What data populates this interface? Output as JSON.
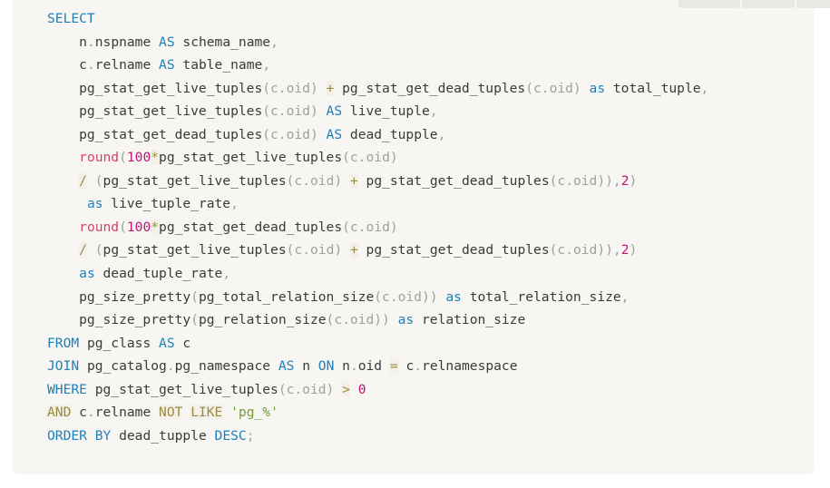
{
  "page": {
    "background_color": "#ffffff",
    "code_block_background": "#f7f6f3",
    "language": "sql"
  },
  "toolbar": {
    "chips": [
      "chip-1",
      "chip-2",
      "chip-3"
    ]
  },
  "colors": {
    "keyword": "#1f7fb6",
    "operator_keyword": "#9a8c3c",
    "operator": "#9a8c3c",
    "function": "#d1426f",
    "number": "#c2127a",
    "string": "#6f9c34",
    "punctuation": "#a0a09c",
    "identifier": "#3a3a38",
    "code_background": "#f7f6f3"
  },
  "code": {
    "raw": "SELECT\n    n.nspname AS schema_name,\n    c.relname AS table_name,\n    pg_stat_get_live_tuples(c.oid) + pg_stat_get_dead_tuples(c.oid) as total_tuple,\n    pg_stat_get_live_tuples(c.oid) AS live_tuple,\n    pg_stat_get_dead_tuples(c.oid) AS dead_tupple,\n    round(100*pg_stat_get_live_tuples(c.oid)\n    / (pg_stat_get_live_tuples(c.oid) + pg_stat_get_dead_tuples(c.oid)),2)\n     as live_tuple_rate,\n    round(100*pg_stat_get_dead_tuples(c.oid)\n    / (pg_stat_get_live_tuples(c.oid) + pg_stat_get_dead_tuples(c.oid)),2)\n    as dead_tuple_rate,\n    pg_size_pretty(pg_total_relation_size(c.oid)) as total_relation_size,\n    pg_size_pretty(pg_relation_size(c.oid)) as relation_size\nFROM pg_class AS c\nJOIN pg_catalog.pg_namespace AS n ON n.oid = c.relnamespace\nWHERE pg_stat_get_live_tuples(c.oid) > 0\nAND c.relname NOT LIKE 'pg_%'\nORDER BY dead_tupple DESC;",
    "lines": [
      {
        "n": 1,
        "text": "SELECT",
        "tokens": [
          {
            "t": "SELECT",
            "c": "kw"
          }
        ]
      },
      {
        "n": 2,
        "text": "    n.nspname AS schema_name,",
        "tokens": [
          {
            "t": "    ",
            "c": "id"
          },
          {
            "t": "n",
            "c": "id"
          },
          {
            "t": ".",
            "c": "punc"
          },
          {
            "t": "nspname ",
            "c": "id"
          },
          {
            "t": "AS",
            "c": "kw"
          },
          {
            "t": " schema_name",
            "c": "id"
          },
          {
            "t": ",",
            "c": "punc"
          }
        ]
      },
      {
        "n": 3,
        "text": "    c.relname AS table_name,",
        "tokens": [
          {
            "t": "    ",
            "c": "id"
          },
          {
            "t": "c",
            "c": "id"
          },
          {
            "t": ".",
            "c": "punc"
          },
          {
            "t": "relname ",
            "c": "id"
          },
          {
            "t": "AS",
            "c": "kw"
          },
          {
            "t": " table_name",
            "c": "id"
          },
          {
            "t": ",",
            "c": "punc"
          }
        ]
      },
      {
        "n": 4,
        "text": "    pg_stat_get_live_tuples(c.oid) + pg_stat_get_dead_tuples(c.oid) as total_tuple,",
        "tokens": [
          {
            "t": "    pg_stat_get_live_tuples",
            "c": "id"
          },
          {
            "t": "(c.oid)",
            "c": "punc"
          },
          {
            "t": " ",
            "c": "id"
          },
          {
            "t": "+",
            "c": "op"
          },
          {
            "t": " pg_stat_get_dead_tuples",
            "c": "id"
          },
          {
            "t": "(c.oid)",
            "c": "punc"
          },
          {
            "t": " ",
            "c": "id"
          },
          {
            "t": "as",
            "c": "kw"
          },
          {
            "t": " total_tuple",
            "c": "id"
          },
          {
            "t": ",",
            "c": "punc"
          }
        ]
      },
      {
        "n": 5,
        "text": "    pg_stat_get_live_tuples(c.oid) AS live_tuple,",
        "tokens": [
          {
            "t": "    pg_stat_get_live_tuples",
            "c": "id"
          },
          {
            "t": "(c.oid)",
            "c": "punc"
          },
          {
            "t": " ",
            "c": "id"
          },
          {
            "t": "AS",
            "c": "kw"
          },
          {
            "t": " live_tuple",
            "c": "id"
          },
          {
            "t": ",",
            "c": "punc"
          }
        ]
      },
      {
        "n": 6,
        "text": "    pg_stat_get_dead_tuples(c.oid) AS dead_tupple,",
        "tokens": [
          {
            "t": "    pg_stat_get_dead_tuples",
            "c": "id"
          },
          {
            "t": "(c.oid)",
            "c": "punc"
          },
          {
            "t": " ",
            "c": "id"
          },
          {
            "t": "AS",
            "c": "kw"
          },
          {
            "t": " dead_tupple",
            "c": "id"
          },
          {
            "t": ",",
            "c": "punc"
          }
        ]
      },
      {
        "n": 7,
        "text": "    round(100*pg_stat_get_live_tuples(c.oid)",
        "tokens": [
          {
            "t": "    ",
            "c": "id"
          },
          {
            "t": "round",
            "c": "fn"
          },
          {
            "t": "(",
            "c": "punc"
          },
          {
            "t": "100",
            "c": "num"
          },
          {
            "t": "*",
            "c": "op"
          },
          {
            "t": "pg_stat_get_live_tuples",
            "c": "id"
          },
          {
            "t": "(c.oid)",
            "c": "punc"
          }
        ]
      },
      {
        "n": 8,
        "text": "    / (pg_stat_get_live_tuples(c.oid) + pg_stat_get_dead_tuples(c.oid)),2)",
        "tokens": [
          {
            "t": "    ",
            "c": "id"
          },
          {
            "t": "/",
            "c": "op"
          },
          {
            "t": " ",
            "c": "id"
          },
          {
            "t": "(",
            "c": "punc"
          },
          {
            "t": "pg_stat_get_live_tuples",
            "c": "id"
          },
          {
            "t": "(c.oid)",
            "c": "punc"
          },
          {
            "t": " ",
            "c": "id"
          },
          {
            "t": "+",
            "c": "op"
          },
          {
            "t": " pg_stat_get_dead_tuples",
            "c": "id"
          },
          {
            "t": "(c.oid))",
            "c": "punc"
          },
          {
            "t": ",",
            "c": "punc"
          },
          {
            "t": "2",
            "c": "num"
          },
          {
            "t": ")",
            "c": "punc"
          }
        ]
      },
      {
        "n": 9,
        "text": "     as live_tuple_rate,",
        "tokens": [
          {
            "t": "     ",
            "c": "id"
          },
          {
            "t": "as",
            "c": "kw"
          },
          {
            "t": " live_tuple_rate",
            "c": "id"
          },
          {
            "t": ",",
            "c": "punc"
          }
        ]
      },
      {
        "n": 10,
        "text": "    round(100*pg_stat_get_dead_tuples(c.oid)",
        "tokens": [
          {
            "t": "    ",
            "c": "id"
          },
          {
            "t": "round",
            "c": "fn"
          },
          {
            "t": "(",
            "c": "punc"
          },
          {
            "t": "100",
            "c": "num"
          },
          {
            "t": "*",
            "c": "op"
          },
          {
            "t": "pg_stat_get_dead_tuples",
            "c": "id"
          },
          {
            "t": "(c.oid)",
            "c": "punc"
          }
        ]
      },
      {
        "n": 11,
        "text": "    / (pg_stat_get_live_tuples(c.oid) + pg_stat_get_dead_tuples(c.oid)),2)",
        "tokens": [
          {
            "t": "    ",
            "c": "id"
          },
          {
            "t": "/",
            "c": "op"
          },
          {
            "t": " ",
            "c": "id"
          },
          {
            "t": "(",
            "c": "punc"
          },
          {
            "t": "pg_stat_get_live_tuples",
            "c": "id"
          },
          {
            "t": "(c.oid)",
            "c": "punc"
          },
          {
            "t": " ",
            "c": "id"
          },
          {
            "t": "+",
            "c": "op"
          },
          {
            "t": " pg_stat_get_dead_tuples",
            "c": "id"
          },
          {
            "t": "(c.oid))",
            "c": "punc"
          },
          {
            "t": ",",
            "c": "punc"
          },
          {
            "t": "2",
            "c": "num"
          },
          {
            "t": ")",
            "c": "punc"
          }
        ]
      },
      {
        "n": 12,
        "text": "    as dead_tuple_rate,",
        "tokens": [
          {
            "t": "    ",
            "c": "id"
          },
          {
            "t": "as",
            "c": "kw"
          },
          {
            "t": " dead_tuple_rate",
            "c": "id"
          },
          {
            "t": ",",
            "c": "punc"
          }
        ]
      },
      {
        "n": 13,
        "text": "    pg_size_pretty(pg_total_relation_size(c.oid)) as total_relation_size,",
        "tokens": [
          {
            "t": "    pg_size_pretty",
            "c": "id"
          },
          {
            "t": "(",
            "c": "punc"
          },
          {
            "t": "pg_total_relation_size",
            "c": "id"
          },
          {
            "t": "(c.oid))",
            "c": "punc"
          },
          {
            "t": " ",
            "c": "id"
          },
          {
            "t": "as",
            "c": "kw"
          },
          {
            "t": " total_relation_size",
            "c": "id"
          },
          {
            "t": ",",
            "c": "punc"
          }
        ]
      },
      {
        "n": 14,
        "text": "    pg_size_pretty(pg_relation_size(c.oid)) as relation_size",
        "tokens": [
          {
            "t": "    pg_size_pretty",
            "c": "id"
          },
          {
            "t": "(",
            "c": "punc"
          },
          {
            "t": "pg_relation_size",
            "c": "id"
          },
          {
            "t": "(c.oid))",
            "c": "punc"
          },
          {
            "t": " ",
            "c": "id"
          },
          {
            "t": "as",
            "c": "kw"
          },
          {
            "t": " relation_size",
            "c": "id"
          }
        ]
      },
      {
        "n": 15,
        "text": "FROM pg_class AS c",
        "tokens": [
          {
            "t": "FROM",
            "c": "kw"
          },
          {
            "t": " pg_class ",
            "c": "id"
          },
          {
            "t": "AS",
            "c": "kw"
          },
          {
            "t": " c",
            "c": "id"
          }
        ]
      },
      {
        "n": 16,
        "text": "JOIN pg_catalog.pg_namespace AS n ON n.oid = c.relnamespace",
        "tokens": [
          {
            "t": "JOIN",
            "c": "kw"
          },
          {
            "t": " pg_catalog",
            "c": "id"
          },
          {
            "t": ".",
            "c": "punc"
          },
          {
            "t": "pg_namespace ",
            "c": "id"
          },
          {
            "t": "AS",
            "c": "kw"
          },
          {
            "t": " n ",
            "c": "id"
          },
          {
            "t": "ON",
            "c": "kw"
          },
          {
            "t": " n",
            "c": "id"
          },
          {
            "t": ".",
            "c": "punc"
          },
          {
            "t": "oid ",
            "c": "id"
          },
          {
            "t": "=",
            "c": "op"
          },
          {
            "t": " c",
            "c": "id"
          },
          {
            "t": ".",
            "c": "punc"
          },
          {
            "t": "relnamespace",
            "c": "id"
          }
        ]
      },
      {
        "n": 17,
        "text": "WHERE pg_stat_get_live_tuples(c.oid) > 0",
        "tokens": [
          {
            "t": "WHERE",
            "c": "kw"
          },
          {
            "t": " pg_stat_get_live_tuples",
            "c": "id"
          },
          {
            "t": "(c.oid)",
            "c": "punc"
          },
          {
            "t": " ",
            "c": "id"
          },
          {
            "t": ">",
            "c": "op"
          },
          {
            "t": " ",
            "c": "id"
          },
          {
            "t": "0",
            "c": "num"
          }
        ]
      },
      {
        "n": 18,
        "text": "AND c.relname NOT LIKE 'pg_%'",
        "tokens": [
          {
            "t": "AND",
            "c": "opkw"
          },
          {
            "t": " c",
            "c": "id"
          },
          {
            "t": ".",
            "c": "punc"
          },
          {
            "t": "relname ",
            "c": "id"
          },
          {
            "t": "NOT",
            "c": "opkw"
          },
          {
            "t": " ",
            "c": "id"
          },
          {
            "t": "LIKE",
            "c": "opkw"
          },
          {
            "t": " ",
            "c": "id"
          },
          {
            "t": "'pg_%'",
            "c": "str"
          }
        ]
      },
      {
        "n": 19,
        "text": "ORDER BY dead_tupple DESC;",
        "tokens": [
          {
            "t": "ORDER",
            "c": "kw"
          },
          {
            "t": " ",
            "c": "id"
          },
          {
            "t": "BY",
            "c": "kw"
          },
          {
            "t": " dead_tupple ",
            "c": "id"
          },
          {
            "t": "DESC",
            "c": "kw"
          },
          {
            "t": ";",
            "c": "punc"
          }
        ]
      }
    ]
  }
}
